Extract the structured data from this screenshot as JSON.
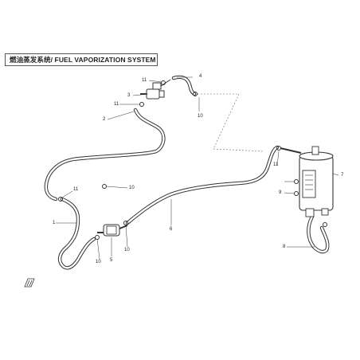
{
  "title": "燃油蒸发系统/ FUEL VAPORIZATION SYSTEM",
  "callouts": {
    "c1": "1",
    "c2": "2",
    "c3": "3",
    "c4": "4",
    "c5": "5",
    "c6": "6",
    "c7": "7",
    "c8": "8",
    "c9": "9",
    "c10a": "10",
    "c10b": "10",
    "c10c": "10",
    "c10d": "10",
    "c11a": "11",
    "c11b": "11",
    "c11c": "11",
    "c11d": "11"
  },
  "logo_icon": "cfmoto-logo-icon"
}
